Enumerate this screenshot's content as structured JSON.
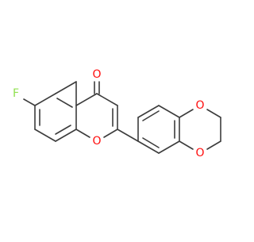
{
  "molecule": {
    "atoms": {
      "carbonyl_oxygen": {
        "label": "O",
        "color": "#ff0d0d"
      },
      "fluorine": {
        "label": "F",
        "color": "#90e050"
      },
      "ring_oxygen": {
        "label": "O",
        "color": "#ff0d0d"
      },
      "dioxane_oxygen_top": {
        "label": "O",
        "color": "#ff0d0d"
      },
      "dioxane_oxygen_bottom": {
        "label": "O",
        "color": "#ff0d0d"
      }
    },
    "bond_color": "#3c3c3c",
    "background": "#ffffff"
  }
}
